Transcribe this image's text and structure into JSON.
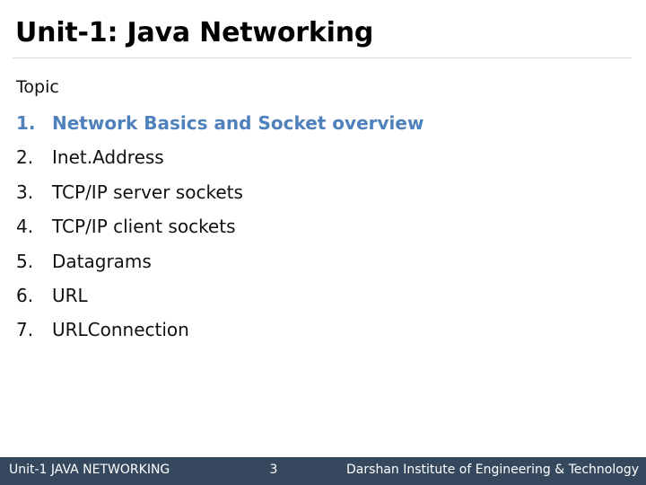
{
  "slide": {
    "title": "Unit-1: Java Networking",
    "body_label": "Topic",
    "accent_color": "#4f81bd",
    "footer_bar_color": "#35485d",
    "rule_color": "#d9d9d9",
    "topics": [
      {
        "number": "1.",
        "label": "Network Basics and Socket overview",
        "highlighted": true
      },
      {
        "number": "2.",
        "label": "Inet.Address",
        "highlighted": false
      },
      {
        "number": "3.",
        "label": "TCP/IP server sockets",
        "highlighted": false
      },
      {
        "number": "4.",
        "label": "TCP/IP client sockets",
        "highlighted": false
      },
      {
        "number": "5.",
        "label": "Datagrams",
        "highlighted": false
      },
      {
        "number": "6.",
        "label": "URL",
        "highlighted": false
      },
      {
        "number": "7.",
        "label": "URLConnection",
        "highlighted": false
      }
    ]
  },
  "footer": {
    "left": "Unit-1 JAVA NETWORKING",
    "page_number": "3",
    "right": "Darshan Institute of Engineering & Technology"
  }
}
